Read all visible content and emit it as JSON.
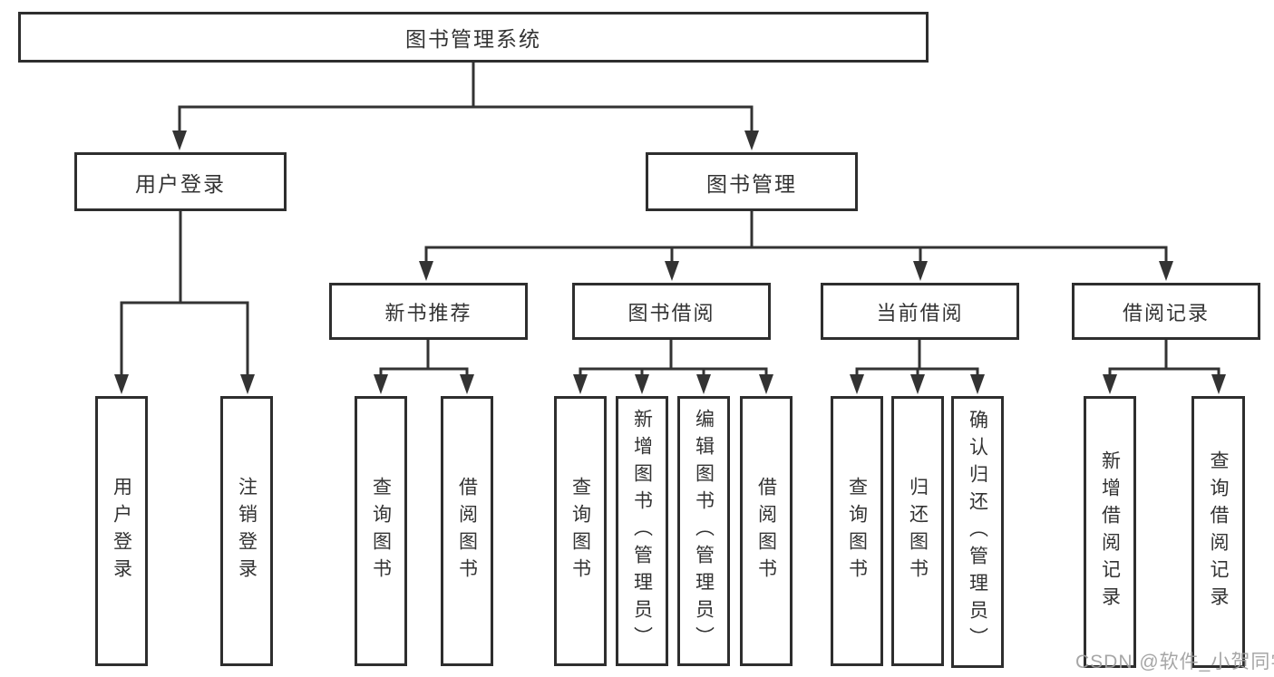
{
  "diagram": {
    "root": {
      "label": "图书管理系统"
    },
    "branches": [
      {
        "label": "用户登录",
        "leaves": [
          "用户登录",
          "注销登录"
        ]
      },
      {
        "label": "图书管理",
        "groups": [
          {
            "label": "新书推荐",
            "leaves": [
              "查询图书",
              "借阅图书"
            ]
          },
          {
            "label": "图书借阅",
            "leaves": [
              "查询图书",
              "新增图书（管理员）",
              "编辑图书（管理员）",
              "借阅图书"
            ]
          },
          {
            "label": "当前借阅",
            "leaves": [
              "查询图书",
              "归还图书",
              "确认归还（管理员）"
            ]
          },
          {
            "label": "借阅记录",
            "leaves": [
              "新增借阅记录",
              "查询借阅记录"
            ]
          }
        ]
      }
    ]
  },
  "watermark": {
    "text": "CSDN @软件_小贺同学"
  },
  "colors": {
    "box_border": "#2e2e2e",
    "connector": "#333333",
    "text": "#333333",
    "watermark": "#9e9e9e",
    "background": "#ffffff"
  }
}
